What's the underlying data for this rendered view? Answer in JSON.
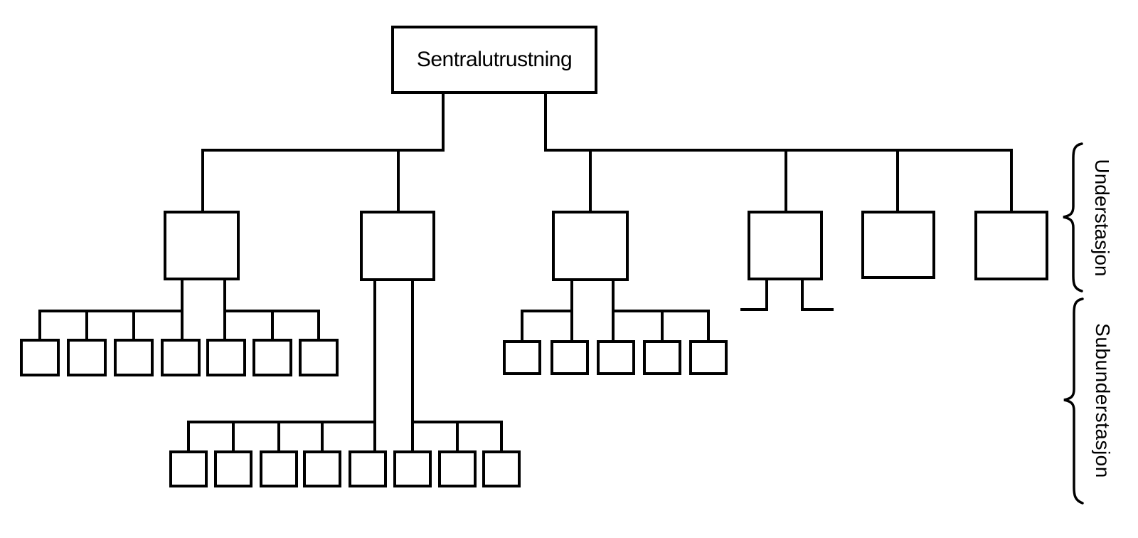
{
  "diagram": {
    "type": "org-tree",
    "root_label": "Sentralutrustning",
    "bracket_labels": {
      "understasjon": "Understasjon",
      "subunderstasjon": "Subunderstasjon"
    },
    "structure": {
      "root": "Sentralutrustning",
      "understasjon_count": 6,
      "understasjon_boxes": [
        {
          "index": 1,
          "subunderstasjon_count": 7,
          "truncated": false
        },
        {
          "index": 2,
          "subunderstasjon_count": 8,
          "truncated": false
        },
        {
          "index": 3,
          "subunderstasjon_count": 5,
          "truncated": false
        },
        {
          "index": 4,
          "subunderstasjon_count": 2,
          "truncated": true
        },
        {
          "index": 5,
          "subunderstasjon_count": 0,
          "truncated": false
        },
        {
          "index": 6,
          "subunderstasjon_count": 0,
          "truncated": false
        }
      ]
    },
    "colors": {
      "line": "#000000",
      "background": "#ffffff",
      "text": "#000000"
    }
  }
}
